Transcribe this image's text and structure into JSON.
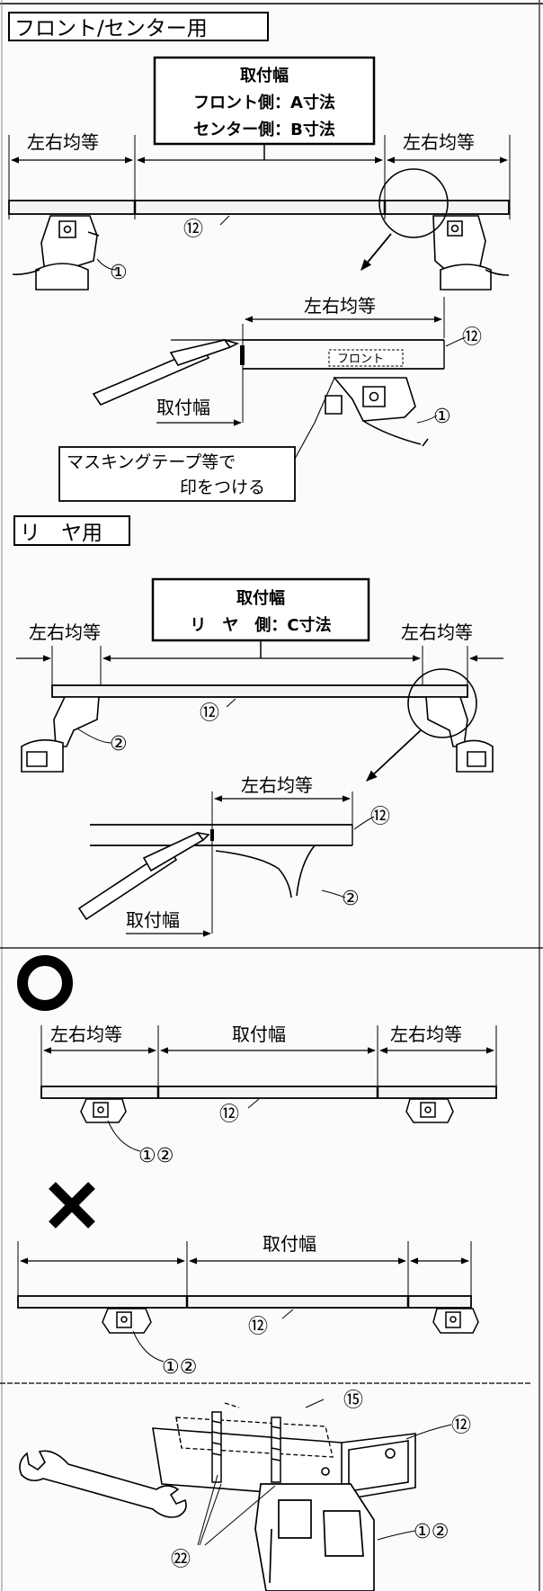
{
  "sections": {
    "front_center": {
      "tab": "フロント/センター用",
      "box_title": "取付幅",
      "box_line1": "フロント側：A寸法",
      "box_line2": "センター側：B寸法",
      "left_equal": "左右均等",
      "right_equal": "左右均等",
      "part_bar": "⑫",
      "part_foot": "①",
      "detail_equal": "左右均等",
      "detail_bar": "⑫",
      "detail_tape": "フロント",
      "detail_width": "取付幅",
      "detail_foot": "①",
      "note_line1": "マスキングテープ等で",
      "note_line2": "印をつける"
    },
    "rear": {
      "tab": "リ　ヤ用",
      "box_title": "取付幅",
      "box_line1": "リ　ヤ　側：C寸法",
      "left_equal": "左右均等",
      "right_equal": "左右均等",
      "part_bar": "⑫",
      "part_foot": "②",
      "detail_equal": "左右均等",
      "detail_bar": "⑫",
      "detail_foot": "②",
      "detail_width": "取付幅"
    },
    "correct": {
      "symbol": "○",
      "left_equal": "左右均等",
      "center": "取付幅",
      "right_equal": "左右均等",
      "part_bar": "⑫",
      "part_feet": "①②"
    },
    "wrong": {
      "symbol": "✕",
      "center": "取付幅",
      "part_bar": "⑫",
      "part_feet": "①②"
    },
    "assembly": {
      "part_15": "⑮",
      "part_12": "⑫",
      "part_feet": "①②",
      "part_22": "㉒"
    }
  }
}
